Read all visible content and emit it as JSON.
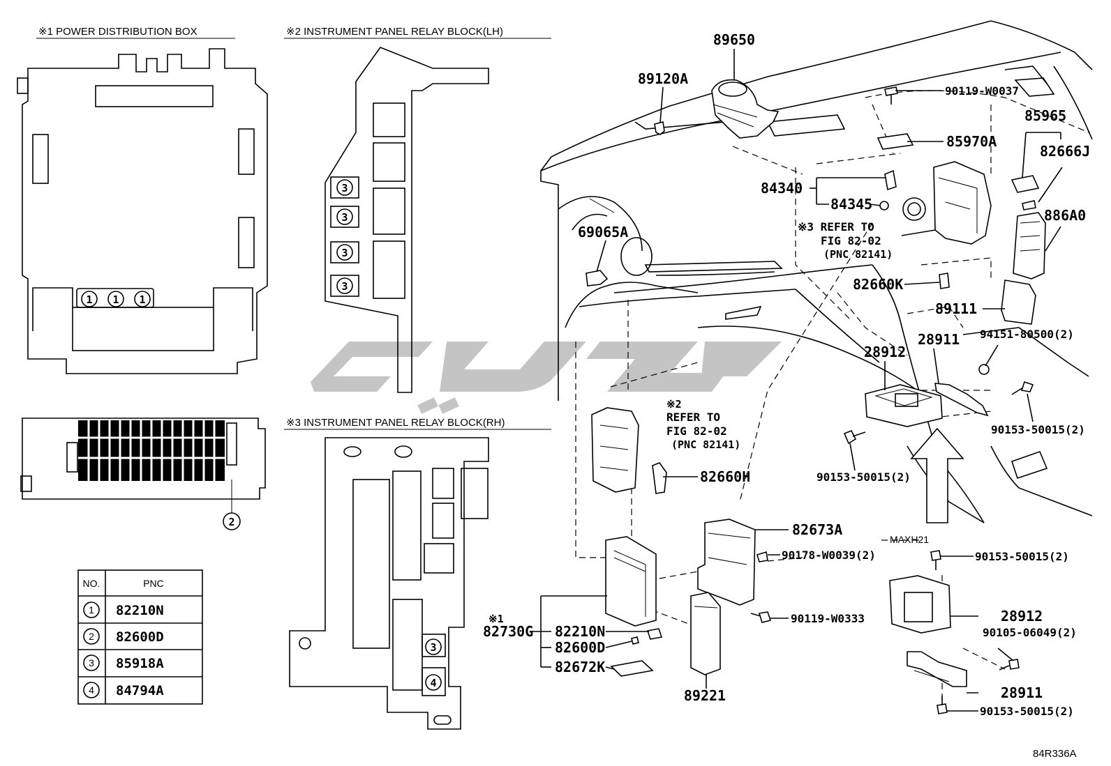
{
  "titles": {
    "pdb": "※1  POWER DISTRIBUTION BOX",
    "ipr_lh": "※2 INSTRUMENT PANEL RELAY BLOCK(LH)",
    "ipr_rh": "※3 INSTRUMENT PANEL RELAY BLOCK(RH)"
  },
  "table": {
    "headers": [
      "NO.",
      "PNC"
    ],
    "rows": [
      {
        "no": "1",
        "pnc": "82210N"
      },
      {
        "no": "2",
        "pnc": "82600D"
      },
      {
        "no": "3",
        "pnc": "85918A"
      },
      {
        "no": "4",
        "pnc": "84794A"
      }
    ]
  },
  "callouts": {
    "c1": "1",
    "c2": "2",
    "c3": "3",
    "c4": "4"
  },
  "labels": {
    "p89650": "89650",
    "p89120A": "89120A",
    "p90119W0037": "90119-W0037",
    "p85965": "85965",
    "p85970A": "85970A",
    "p82666J": "82666J",
    "p84340": "84340",
    "p84345": "84345",
    "p886A0": "886A0",
    "p69065A": "69065A",
    "refer3_a": "※3 REFER TO",
    "refer3_b": "FIG 82-02",
    "refer3_c": "(PNC 82141)",
    "p82660K": "82660K",
    "p89111": "89111",
    "p94151": "94151-80500(2)",
    "p28912a": "28912",
    "p28911a": "28911",
    "p90153a": "90153-50015(2)",
    "p90153b": "90153-50015(2)",
    "refer2_a": "※2",
    "refer2_b": "REFER TO",
    "refer2_c": "FIG 82-02",
    "refer2_d": "(PNC 82141)",
    "p82660H": "82660H",
    "p82673A": "82673A",
    "p90178": "90178-W0039(2)",
    "maxh21": "MAXH21",
    "p90153c": "90153-50015(2)",
    "p28912b": "28912",
    "p90105": "90105-06049(2)",
    "p28911b": "28911",
    "p90153d": "90153-50015(2)",
    "p90119W0333": "90119-W0333",
    "star1": "※1",
    "p82730G": "82730G",
    "p82210N": "82210N",
    "p82600D": "82600D",
    "p82672K": "82672K",
    "p89221": "89221",
    "drawing_no": "84R336A"
  }
}
